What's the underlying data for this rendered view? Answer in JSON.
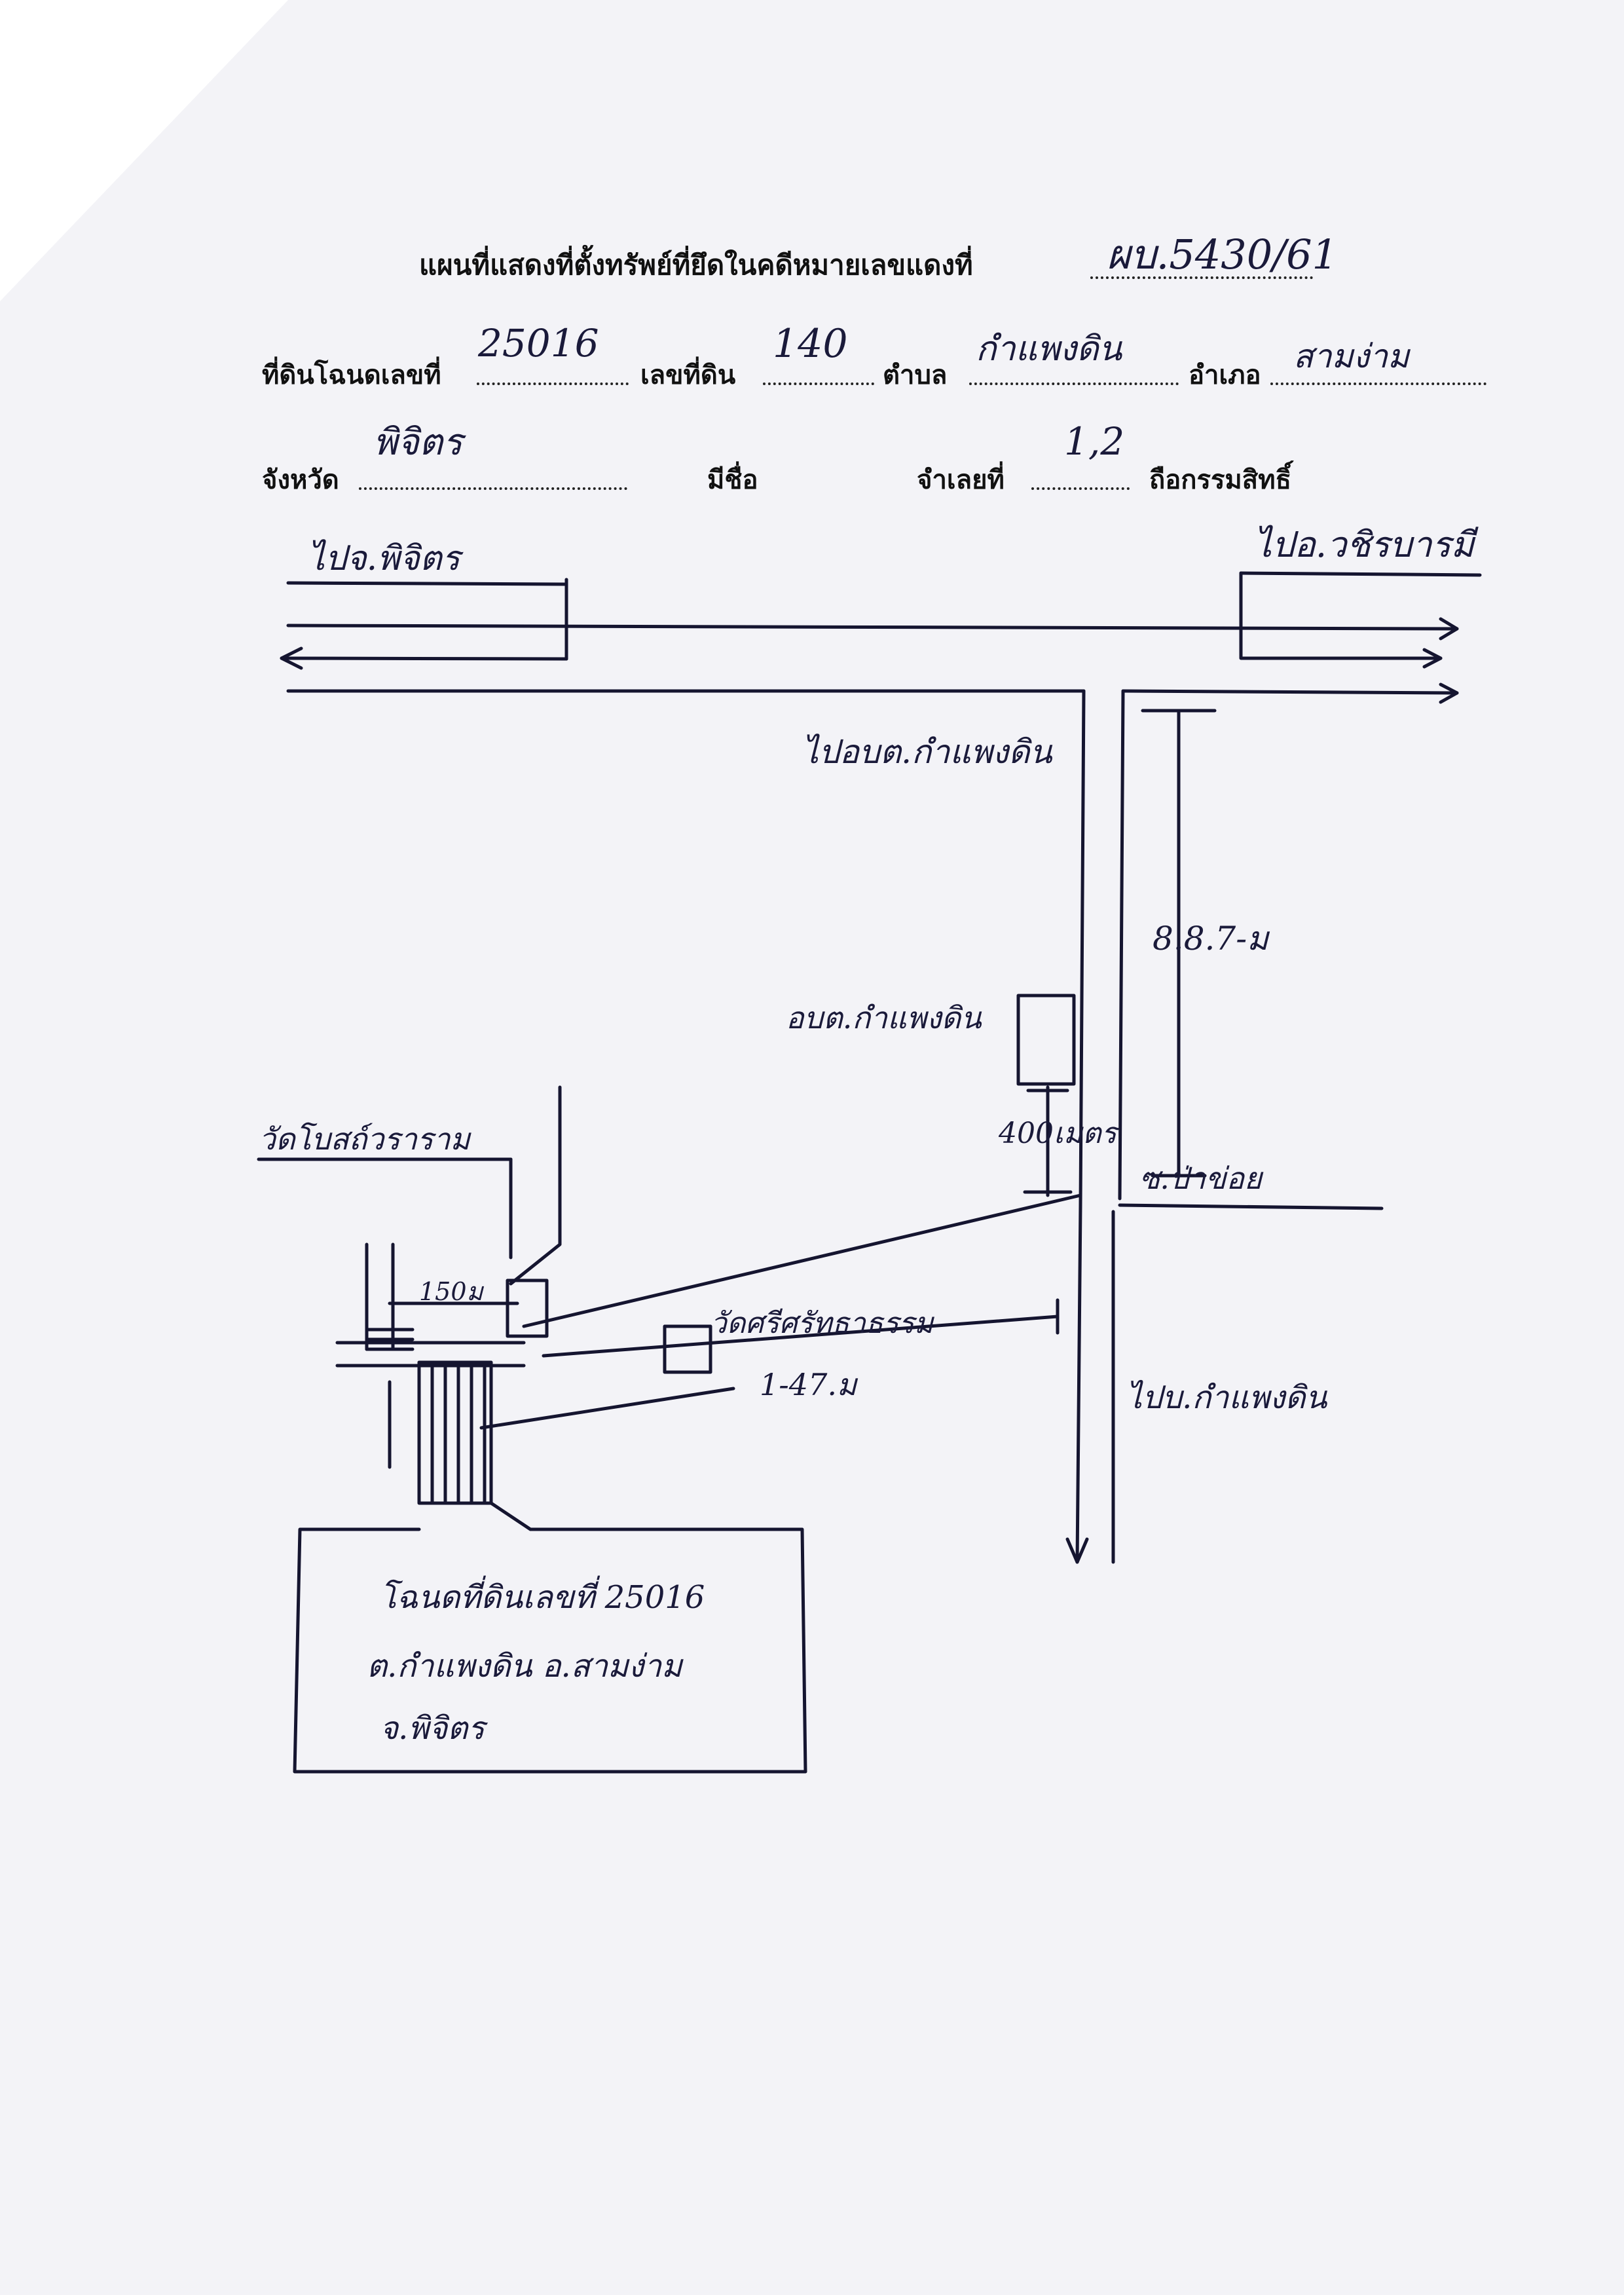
{
  "document": {
    "title": "แผนที่แสดงที่ตั้งทรัพย์ที่ยึดในคดีหมายเลขแดงที่",
    "case_number": "ผบ.5430/61",
    "fields": {
      "deed_label": "ที่ดินโฉนดเลขที่",
      "deed_value": "25016",
      "land_no_label": "เลขที่ดิน",
      "land_no_value": "140",
      "tambon_label": "ตำบล",
      "tambon_value": "กำแพงดิน",
      "amphoe_label": "อำเภอ",
      "amphoe_value": "สามง่าม",
      "province_label": "จังหวัด",
      "province_value": "พิจิตร",
      "owner_label": "มีชื่อ",
      "defendant_label": "จำเลยที่",
      "defendant_value": "1,2",
      "ownership_label": "ถือกรรมสิทธิ์"
    }
  },
  "map": {
    "labels": {
      "to_phichit": "ไปจ.พิจิตร",
      "to_wachirabaramee": "ไปอ.วชิรบารมี",
      "to_obt": "ไปอบต.กำแพงดิน",
      "obt": "อบต.กำแพงดิน",
      "road_number": "8.8.7-ม",
      "distance_400": "400เมตร",
      "soi_pa_khoi": "ซ.ป่าข่อย",
      "wat_bot": "วัดโบสถ์วราราม",
      "wat_sri": "วัดศรีศรัทธาธรรม",
      "lane_147": "1-47.ม",
      "to_village": "ไปบ.กำแพงดิน",
      "dist_150": "150ม",
      "property_line1": "โฉนดที่ดินเลขที่ 25016",
      "property_line2": "ต.กำแพงดิน อ.สามง่าม",
      "property_line3": "จ.พิจิตร"
    }
  }
}
